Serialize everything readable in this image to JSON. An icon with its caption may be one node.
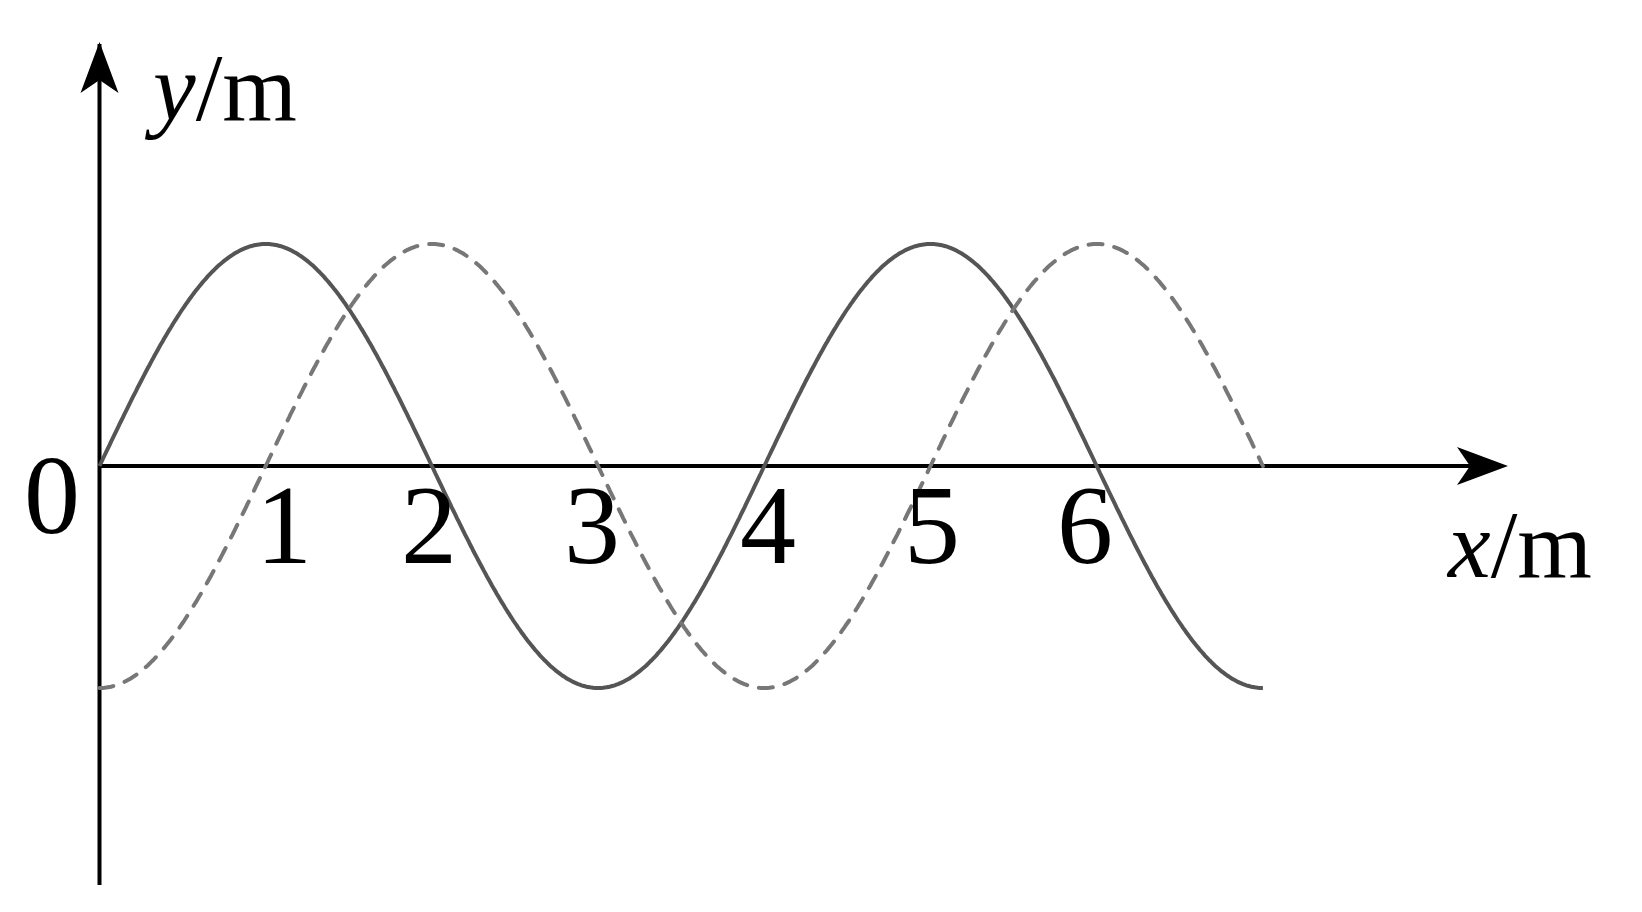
{
  "diagram": {
    "labels": [
      "*y*/m",
      "0",
      "1",
      "2",
      "3",
      "4",
      "5",
      "6",
      "*x*/m"
    ]
  }
}
